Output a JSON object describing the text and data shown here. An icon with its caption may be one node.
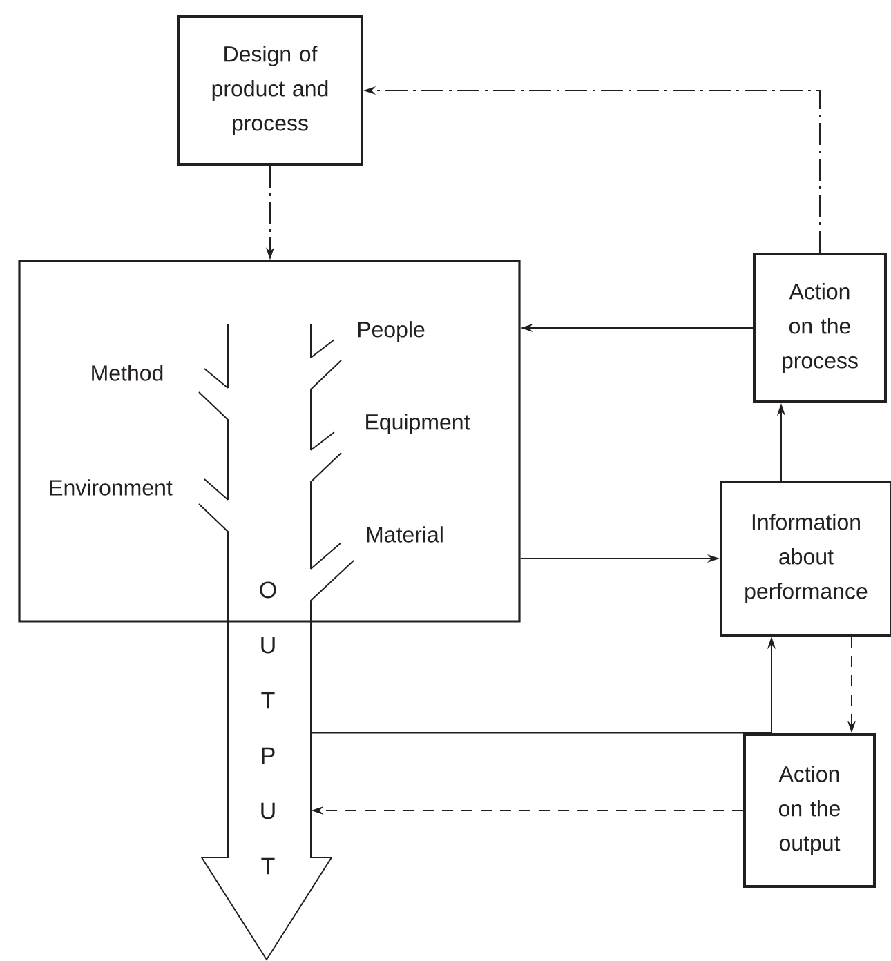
{
  "diagram": {
    "nodes": [
      {
        "text": [
          "Design of product and process"
        ]
      },
      {
        "text": [],
        "shape": "box"
      },
      {
        "text": [
          "O U T P U T"
        ]
      },
      {
        "text": [
          "Action on the process"
        ]
      },
      {
        "text": [
          "Information about performance"
        ]
      },
      {
        "text": [
          "Action on the output"
        ]
      }
    ],
    "edges": [
      {
        "from": 0,
        "to": 1,
        "arrow": "to",
        "style": "dashed"
      },
      {
        "from": 3,
        "to": 0,
        "arrow": "to",
        "style": "dashed"
      },
      {
        "from": 3,
        "to": 1,
        "arrow": "to"
      },
      {
        "from": 1,
        "to": 4,
        "arrow": "to"
      },
      {
        "from": 4,
        "to": 3,
        "arrow": "to"
      },
      {
        "from": 2,
        "to": 4,
        "arrow": "to"
      },
      {
        "from": 4,
        "to": 5,
        "arrow": "to",
        "style": "dashed"
      },
      {
        "from": 5,
        "to": 2,
        "arrow": "to",
        "style": "dashed"
      }
    ],
    "labels": [
      "People",
      "Method",
      "Equipment",
      "Environment",
      "Material"
    ]
  }
}
